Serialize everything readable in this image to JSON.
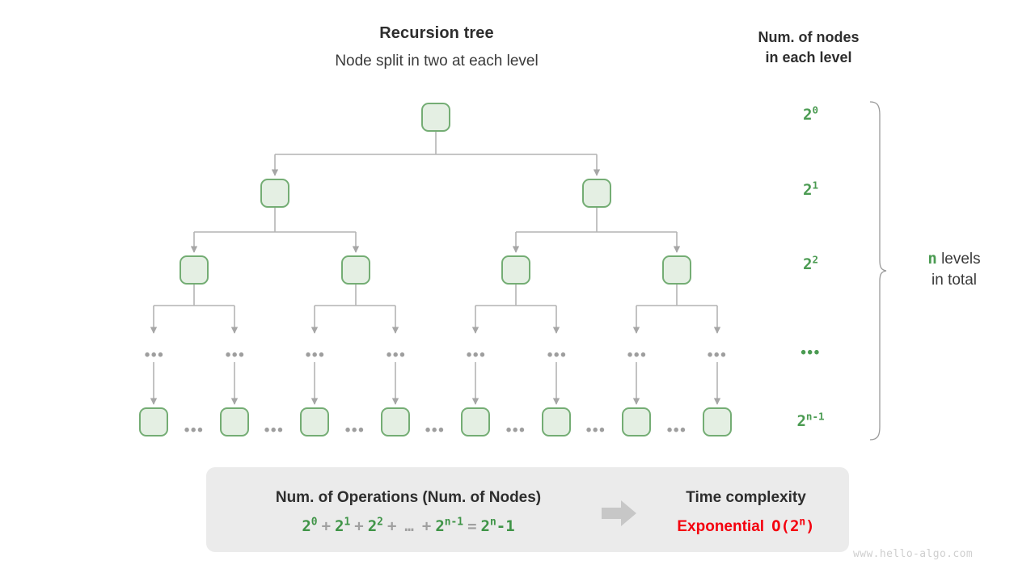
{
  "diagram": {
    "title": "Recursion tree",
    "subtitle": "Node split in two at each level",
    "column_header_line1": "Num. of nodes",
    "column_header_line2": "in each level",
    "ellipsis": "•••",
    "watermark": "www.hello-algo.com",
    "colors": {
      "node_fill": "#e4efe3",
      "node_border": "#74ad74",
      "wire": "#aaaaaa",
      "accent_green": "#4b9b52",
      "accent_red": "#f4000e",
      "panel_bg": "#ebebeb",
      "text_dark": "#2e2e2e",
      "muted": "#9e9e9e"
    }
  },
  "levels": [
    {
      "index": 0,
      "node_count_base": "2",
      "node_count_exp": "0",
      "label": "2⁰",
      "nodes_drawn": 1
    },
    {
      "index": 1,
      "node_count_base": "2",
      "node_count_exp": "1",
      "label": "2¹",
      "nodes_drawn": 2
    },
    {
      "index": 2,
      "node_count_base": "2",
      "node_count_exp": "2",
      "label": "2²",
      "nodes_drawn": 4
    },
    {
      "index": 3,
      "node_count_base": "",
      "node_count_exp": "",
      "label": "•••",
      "nodes_drawn": 0
    },
    {
      "index": 4,
      "node_count_base": "2",
      "node_count_exp": "n-1",
      "label": "2ⁿ⁻¹",
      "nodes_drawn": 8
    }
  ],
  "brace": {
    "variable": "n",
    "caption_line1": "levels",
    "caption_line2": "in total"
  },
  "panel": {
    "operations_header": "Num. of Operations (Num. of Nodes)",
    "formula_terms": [
      {
        "kind": "term",
        "base": "2",
        "exp": "0"
      },
      {
        "kind": "op",
        "text": "+"
      },
      {
        "kind": "term",
        "base": "2",
        "exp": "1"
      },
      {
        "kind": "op",
        "text": "+"
      },
      {
        "kind": "term",
        "base": "2",
        "exp": "2"
      },
      {
        "kind": "op",
        "text": "+"
      },
      {
        "kind": "op",
        "text": "…"
      },
      {
        "kind": "op",
        "text": "+"
      },
      {
        "kind": "term",
        "base": "2",
        "exp": "n-1"
      },
      {
        "kind": "op",
        "text": "="
      },
      {
        "kind": "term",
        "base": "2",
        "exp": "n",
        "suffix": "-1"
      }
    ],
    "formula_plain": "2⁰ + 2¹ + 2² + … + 2ⁿ⁻¹ = 2ⁿ−1",
    "complexity_header": "Time complexity",
    "complexity_word": "Exponential",
    "complexity_bigo_prefix": "O(2",
    "complexity_bigo_exp": "n",
    "complexity_bigo_suffix": ")",
    "arrow_icon": "right-block-arrow"
  }
}
